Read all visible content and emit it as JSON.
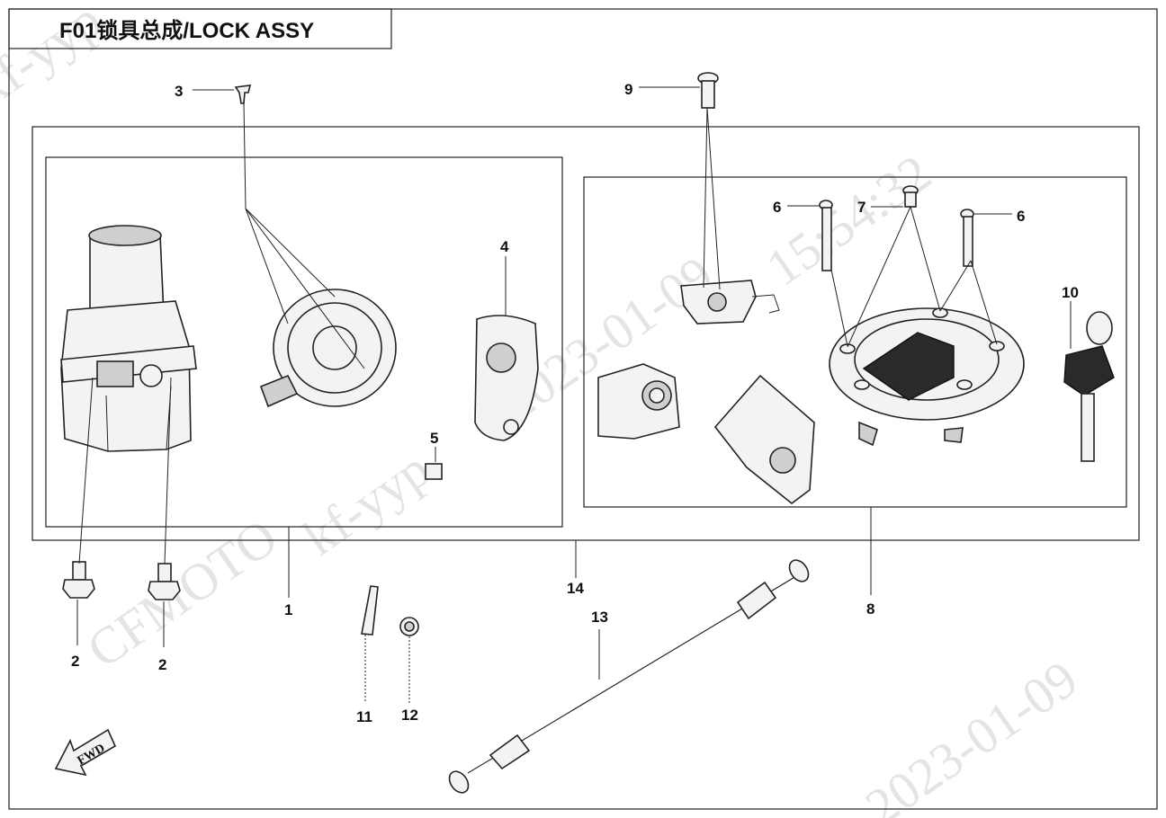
{
  "title": "F01锁具总成/LOCK ASSY",
  "watermarks": {
    "brand": "CFMOTO",
    "user1": "kf-yyp",
    "user2": "kf-yyp",
    "date1": "2023-01-09",
    "time1": "15:54:32",
    "date2": "2023-01-09"
  },
  "fwd_label": "FWD",
  "callouts": {
    "c1": "1",
    "c2a": "2",
    "c2b": "2",
    "c3": "3",
    "c4": "4",
    "c5": "5",
    "c6a": "6",
    "c6b": "6",
    "c7": "7",
    "c8": "8",
    "c9": "9",
    "c10": "10",
    "c11": "11",
    "c12": "12",
    "c13": "13",
    "c14": "14"
  }
}
